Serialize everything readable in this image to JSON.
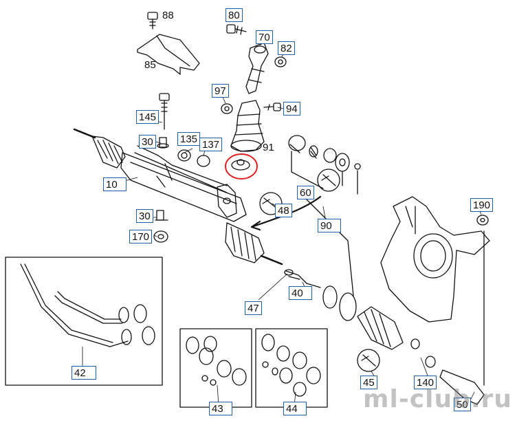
{
  "callouts": {
    "c80": "80",
    "c70": "70",
    "c82": "82",
    "c97": "97",
    "c94": "94",
    "c145": "145",
    "c30a": "30",
    "c135": "135",
    "c137": "137",
    "c10": "10",
    "c60": "60",
    "c48": "48",
    "c90": "90",
    "c190": "190",
    "c30b": "30",
    "c170": "170",
    "c47": "47",
    "c40": "40",
    "c42": "42",
    "c45": "45",
    "c140": "140",
    "c43": "43",
    "c44": "44",
    "c50": "50"
  },
  "plain_labels": {
    "p88": "88",
    "p85": "85",
    "p91": "91"
  },
  "watermark": "ml-club.ru",
  "colors": {
    "callout_border": "#1f5fa8",
    "highlight_ring": "#e02020",
    "line": "#111111"
  }
}
